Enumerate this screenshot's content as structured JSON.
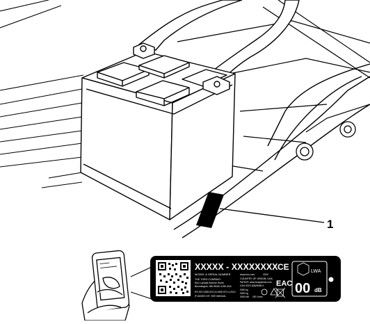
{
  "callout": {
    "number": "1"
  },
  "serial_plate": {
    "model_serial_code": "XXXXX - XXXXXXXX",
    "model_serial_label": "MODEL & SERIAL NUMBER",
    "company_name": "THE TORO COMPANY",
    "company_address_1": "8111 Lyndale Avenue South",
    "company_address_2": "Bloomington, MN 55420-1196 USA",
    "standard_line": "EN ISO 3285:2013 & ANSI B71.4-2012",
    "if_added_kit": "IF ADDED KIT, SEE MANUAL",
    "website": "www.toro.com",
    "year": "200X",
    "country_of_origin": "COUNTRY OF ORIGIN: USA",
    "patent": "PATENT: www.toropatents.com",
    "cab_code": "CAN ICES-3(B)/NMB-3",
    "weight_value_1": "0000 kg",
    "weight_value_2": "0000 kg",
    "power_value": "0000 kW",
    "rpm_value": "000 1/min",
    "ce_mark": "CE",
    "eac_mark": "EAC",
    "sound_label": "LWA",
    "sound_value": "00",
    "sound_unit": "dB"
  }
}
